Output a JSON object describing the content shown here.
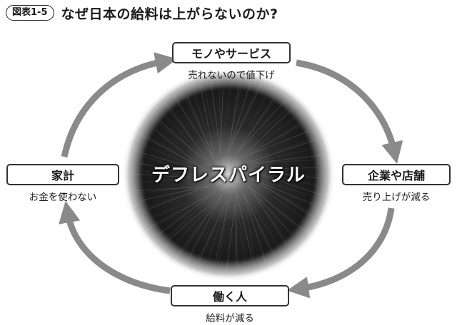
{
  "figure_label": "図表1-5",
  "title": "なぜ日本の給料は上がらないのか?",
  "center": "デフレスパイラル",
  "nodes": [
    {
      "label": "モノやサービス",
      "sub": "売れないので値下げ"
    },
    {
      "label": "企業や店舗",
      "sub": "売り上げが減る"
    },
    {
      "label": "働く人",
      "sub": "給料が減る"
    },
    {
      "label": "家計",
      "sub": "お金を使わない"
    }
  ],
  "colors": {
    "arrow": "#8a8a8a",
    "sphere_core": "#111111",
    "box_border": "#333333"
  }
}
